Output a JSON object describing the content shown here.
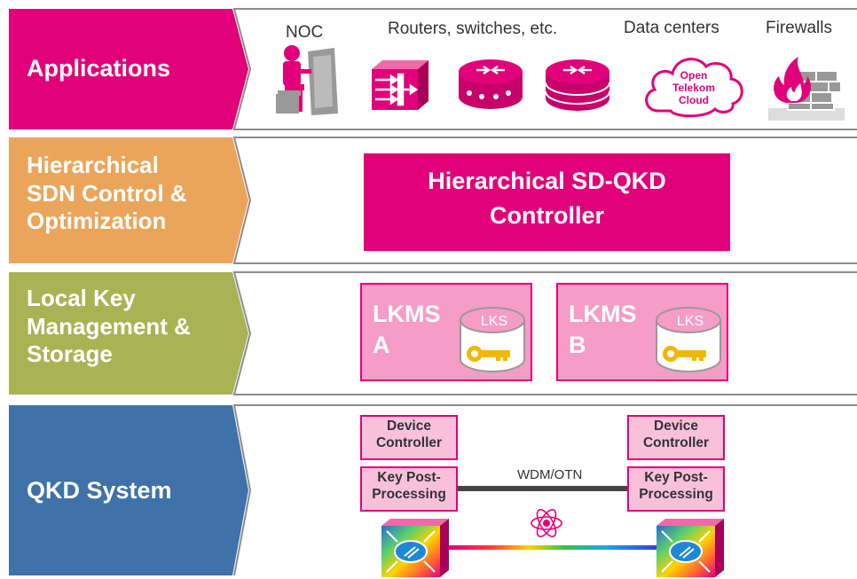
{
  "layers": [
    {
      "id": "applications",
      "label": [
        "Applications"
      ],
      "color": "#e2007a"
    },
    {
      "id": "sdn",
      "label": [
        "Hierarchical",
        "SDN Control &",
        "Optimization"
      ],
      "color": "#eba55a"
    },
    {
      "id": "lkm",
      "label": [
        "Local Key",
        "Management &",
        "Storage"
      ],
      "color": "#a9b354"
    },
    {
      "id": "qkd",
      "label": [
        "QKD System"
      ],
      "color": "#3e72a8"
    }
  ],
  "applications": {
    "noc_label": "NOC",
    "routers_label": "Routers, switches, etc.",
    "datacenters_label": "Data centers",
    "firewalls_label": "Firewalls",
    "cloud_text": [
      "Open",
      "Telekom",
      "Cloud"
    ]
  },
  "controller": {
    "line1": "Hierarchical SD-QKD",
    "line2": "Controller"
  },
  "lkms": [
    {
      "line1": "LKMS",
      "line2": "A",
      "storage_label": "LKS"
    },
    {
      "line1": "LKMS",
      "line2": "B",
      "storage_label": "LKS"
    }
  ],
  "qkd": {
    "left": {
      "device_controller": [
        "Device",
        "Controller"
      ],
      "key_post": [
        "Key Post-",
        "Processing"
      ]
    },
    "right": {
      "device_controller": [
        "Device",
        "Controller"
      ],
      "key_post": [
        "Key Post-",
        "Processing"
      ]
    },
    "link_label": "WDM/OTN"
  },
  "colors": {
    "magenta": "#e2007a",
    "panel_border": "#8c8c8c"
  }
}
